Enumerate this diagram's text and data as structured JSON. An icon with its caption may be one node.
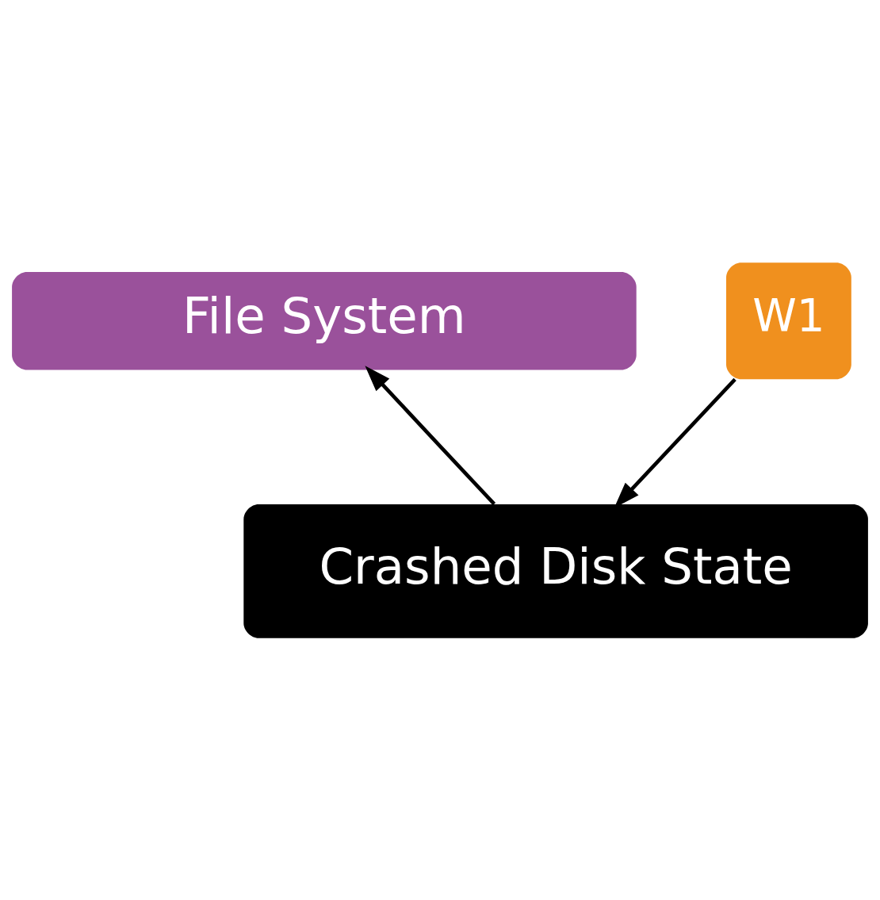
{
  "diagram": {
    "nodes": [
      {
        "text": [
          "File System"
        ]
      },
      {
        "text": [
          "W1"
        ]
      },
      {
        "text": [
          "Crashed Disk State"
        ]
      }
    ],
    "edges": [
      {
        "from": 1,
        "to": 2,
        "arrow": "to"
      },
      {
        "from": 2,
        "to": 0,
        "arrow": "to"
      }
    ]
  }
}
